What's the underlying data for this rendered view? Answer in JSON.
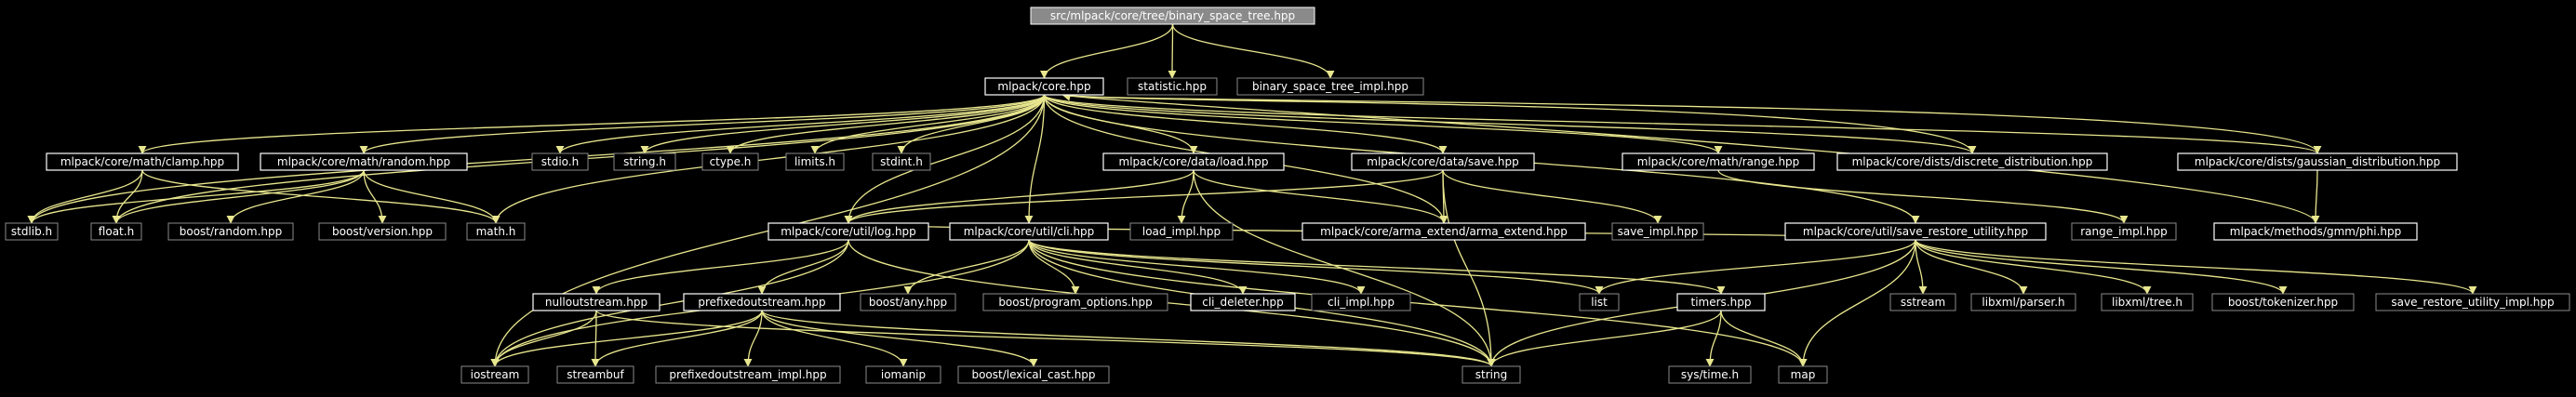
{
  "title": "src/mlpack/core/tree/binary_space_tree.hpp",
  "colors": {
    "background": "#000000",
    "edge": "#e8e68e",
    "node_border_dark": "#8a8a8a",
    "node_border_light": "#ffffff",
    "root_fill": "#8a8a8a",
    "text": "#ffffff"
  },
  "nodes": {
    "root": "src/mlpack/core/tree/binary_space_tree.hpp",
    "core": "mlpack/core.hpp",
    "statistic": "statistic.hpp",
    "bsti": "binary_space_tree_impl.hpp",
    "clamp": "mlpack/core/math/clamp.hpp",
    "random": "mlpack/core/math/random.hpp",
    "stdio": "stdio.h",
    "stringh": "string.h",
    "ctype": "ctype.h",
    "limits": "limits.h",
    "stdint": "stdint.h",
    "load": "mlpack/core/data/load.hpp",
    "save": "mlpack/core/data/save.hpp",
    "range": "mlpack/core/math/range.hpp",
    "discrete": "mlpack/core/dists/discrete_distribution.hpp",
    "gaussian": "mlpack/core/dists/gaussian_distribution.hpp",
    "stdlib": "stdlib.h",
    "float": "float.h",
    "boostrandom": "boost/random.hpp",
    "boostversion": "boost/version.hpp",
    "math": "math.h",
    "log": "mlpack/core/util/log.hpp",
    "cli": "mlpack/core/util/cli.hpp",
    "loadimpl": "load_impl.hpp",
    "armaextend": "mlpack/core/arma_extend/arma_extend.hpp",
    "saveimpl": "save_impl.hpp",
    "sru": "mlpack/core/util/save_restore_utility.hpp",
    "rangeimpl": "range_impl.hpp",
    "phi": "mlpack/methods/gmm/phi.hpp",
    "nullout": "nulloutstream.hpp",
    "prefixed": "prefixedoutstream.hpp",
    "boostany": "boost/any.hpp",
    "boostpo": "boost/program_options.hpp",
    "clideleter": "cli_deleter.hpp",
    "cliimpl": "cli_impl.hpp",
    "list": "list",
    "timers": "timers.hpp",
    "sstream": "sstream",
    "libxmlparser": "libxml/parser.h",
    "libxmltree": "libxml/tree.h",
    "boosttok": "boost/tokenizer.hpp",
    "sruimpl": "save_restore_utility_impl.hpp",
    "iostream": "iostream",
    "streambuf": "streambuf",
    "prefimpl": "prefixedoutstream_impl.hpp",
    "iomanip": "iomanip",
    "lexcast": "boost/lexical_cast.hpp",
    "string": "string",
    "systime": "sys/time.h",
    "map": "map"
  }
}
